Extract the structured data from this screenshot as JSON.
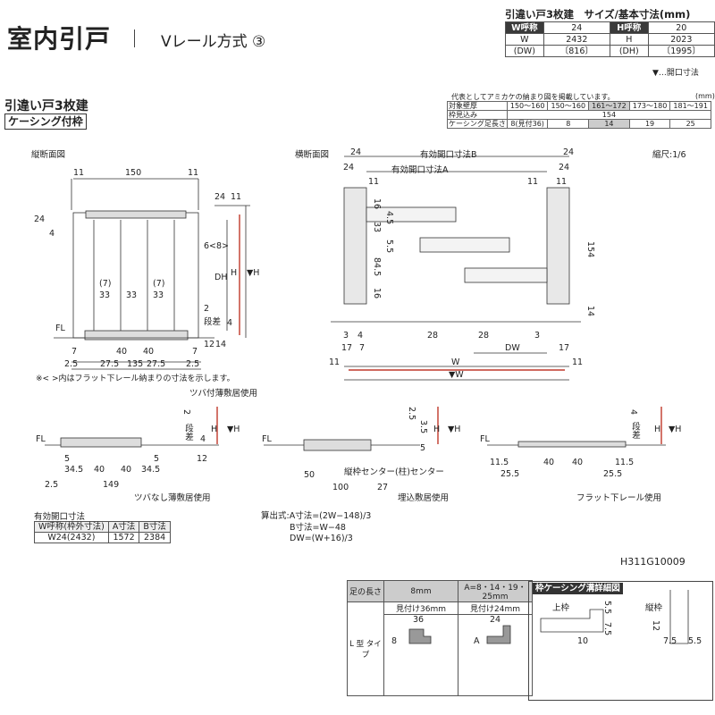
{
  "header": {
    "title": "室内引戸",
    "subtitle": "Vレール方式 ③"
  },
  "size_table": {
    "caption": "引違い戸3枚建　サイズ/基本寸法(mm)",
    "w_label": "W呼称",
    "w_code": "24",
    "h_label": "H呼称",
    "h_code": "20",
    "w_sym": "W",
    "w_dw": "(DW)",
    "w_val": "2432",
    "w_val2": "〔816〕",
    "h_sym": "H",
    "h_dh": "(DH)",
    "h_val": "2023",
    "h_val2": "〔1995〕",
    "note": "▼…開口寸法"
  },
  "doc": {
    "heading": "引違い戸3枚建",
    "casing_box": "ケーシング付枠"
  },
  "wall_table": {
    "note": "代表としてアミカケの納まり図を掲載しています。",
    "unit": "(mm)",
    "row1_label": "対象壁厚",
    "ranges": [
      "150〜160",
      "150〜160",
      "161〜172",
      "173〜180",
      "181〜191"
    ],
    "row2_label": "枠見込み",
    "row2_val": "154",
    "row3_label": "ケーシング足長さ",
    "row3_sub": "8(見付36)",
    "row3_vals": [
      "8",
      "14",
      "19",
      "25"
    ]
  },
  "vertical_section": {
    "label": "縦断面図",
    "dims": {
      "d11a": "11",
      "d150": "150",
      "d11b": "11",
      "d24": "24",
      "d11c": "11",
      "d24b": "24",
      "d4": "4",
      "d68": "6<8>",
      "dDH": "DH",
      "dH": "H",
      "dHt": "▼H",
      "d2": "2",
      "step": "段差",
      "d4b": "4",
      "d12": "12",
      "d14": "14",
      "d7a": "(7)",
      "d7b": "(7)",
      "d33a": "33",
      "d33b": "33",
      "d33c": "33",
      "fl": "FL",
      "d7l": "7",
      "d40a": "40",
      "d40b": "40",
      "d7r": "7",
      "d25l": "2.5",
      "d275a": "27.5",
      "d135": "135",
      "d275b": "27.5",
      "d25r": "2.5"
    },
    "footnote": "※< >内はフラット下レール納まりの寸法を示します。"
  },
  "horizontal_section": {
    "label": "横断面図",
    "scale": "縮尺:1/6",
    "dims": {
      "effB": "有効開口寸法B",
      "effA": "有効開口寸法A",
      "d24a": "24",
      "d24b": "24",
      "d24c": "24",
      "d24d": "24",
      "d11a": "11",
      "d11b": "11",
      "d11c": "11",
      "d16a": "16",
      "d45": "4.5",
      "d33": "33",
      "d55": "5.5",
      "d845": "84.5",
      "d16b": "16",
      "d154": "154",
      "d14": "14",
      "d3l": "3",
      "d4l": "4",
      "d17a": "17",
      "d7": "7",
      "d28a": "28",
      "d28b": "28",
      "dDW": "DW",
      "d3r": "3",
      "d17b": "17",
      "d11l": "11",
      "dW": "W",
      "d11r": "11",
      "dWt": "▼W"
    }
  },
  "details": {
    "d1": {
      "title": "ツバ付薄敷居使用",
      "fl": "FL",
      "d2": "2",
      "step": "段差",
      "d4": "4",
      "H": "H",
      "Ht": "▼H",
      "d12": "12",
      "d5a": "5",
      "d5b": "5",
      "d345a": "34.5",
      "d40a": "40",
      "d40b": "40",
      "d345b": "34.5",
      "d25": "2.5",
      "d149": "149",
      "caption": "ツバなし薄敷居使用"
    },
    "d2": {
      "fl": "FL",
      "d25": "2.5",
      "d35": "3.5",
      "d5": "5",
      "H": "H",
      "Ht": "▼H",
      "d50": "50",
      "center": "縦枠センター(柱)センター",
      "d100": "100",
      "d27": "27",
      "caption": "埋込敷居使用"
    },
    "d3": {
      "fl": "FL",
      "d4": "4",
      "step": "段差",
      "H": "H",
      "Ht": "▼H",
      "d115a": "11.5",
      "d40a": "40",
      "d40b": "40",
      "d115b": "11.5",
      "d255a": "25.5",
      "d255b": "25.5",
      "caption": "フラット下レール使用"
    }
  },
  "effective_table": {
    "caption": "有効開口寸法",
    "headers": [
      "W呼称(枠外寸法)",
      "A寸法",
      "B寸法"
    ],
    "row": [
      "W24(2432)",
      "1572",
      "2384"
    ]
  },
  "calc": {
    "line1": "算出式:A寸法=(2W−148)/3",
    "line2": "B寸法=W−48",
    "line3": "DW=(W+16)/3"
  },
  "part_code": "H311G10009",
  "leg_table": {
    "h1": "足の長さ",
    "h2": "8mm",
    "h3": "A=8・14・19・25mm",
    "s2": "見付け36mm",
    "s3": "見付け24mm",
    "type": "L 型 タイプ",
    "d36": "36",
    "d8": "8",
    "d24": "24",
    "dA": "A"
  },
  "casing_detail": {
    "title": "枠ケーシング溝詳細図",
    "upper": "上枠",
    "side": "縦枠",
    "d55a": "5.5",
    "d75a": "7.5",
    "d10": "10",
    "d12": "12",
    "d75b": "7.5",
    "d55b": "5.5"
  }
}
